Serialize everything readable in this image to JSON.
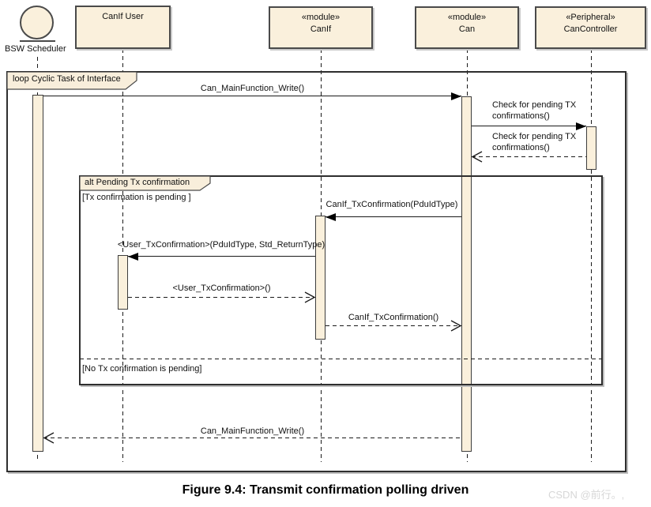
{
  "diagram": {
    "actor": {
      "label": "BSW Scheduler"
    },
    "participants": [
      {
        "stereotype": "",
        "name": "CanIf User"
      },
      {
        "stereotype": "«module»",
        "name": "CanIf"
      },
      {
        "stereotype": "«module»",
        "name": "Can"
      },
      {
        "stereotype": "«Peripheral»",
        "name": "CanController"
      }
    ],
    "frames": {
      "loop": {
        "operator_label": "loop Cyclic Task of Interface"
      },
      "alt": {
        "operator_label": "alt Pending Tx confirmation",
        "guard_top": "[Tx confirmation is pending ]",
        "guard_bottom": "[No Tx confirmation is pending]"
      }
    },
    "messages": [
      {
        "label": "Can_MainFunction_Write()",
        "kind": "call"
      },
      {
        "label": "Check for pending TX confirmations()",
        "kind": "call"
      },
      {
        "label": "Check for pending TX confirmations()",
        "kind": "return"
      },
      {
        "label": "CanIf_TxConfirmation(PduIdType)",
        "kind": "call"
      },
      {
        "label": "<User_TxConfirmation>(PduIdType, Std_ReturnType)",
        "kind": "call"
      },
      {
        "label": "<User_TxConfirmation>()",
        "kind": "return"
      },
      {
        "label": "CanIf_TxConfirmation()",
        "kind": "return"
      },
      {
        "label": "Can_MainFunction_Write()",
        "kind": "return"
      }
    ],
    "caption": "Figure 9.4: Transmit confirmation polling driven",
    "watermark": "CSDN @前行。,"
  },
  "colors": {
    "element_fill": "#faf0dc",
    "element_border": "#4a4a4a",
    "line": "#1a1a1a",
    "shadow": "#c9c9c9",
    "watermark_text": "#d7d7d7"
  }
}
